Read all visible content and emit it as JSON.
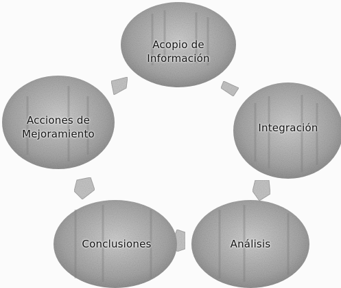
{
  "diagram": {
    "stages": [
      {
        "id": "acopio",
        "label": "Acopio de\nInformación"
      },
      {
        "id": "integracion",
        "label": "Integración"
      },
      {
        "id": "analisis",
        "label": "Análisis"
      },
      {
        "id": "conclusiones",
        "label": "Conclusiones"
      },
      {
        "id": "acciones",
        "label": "Acciones de\nMejoramiento"
      }
    ],
    "colors": {
      "ellipse_fill": "#b9b9b9",
      "ellipse_dark": "#7d7d7d",
      "arrow_fill": "#cccccc",
      "text": "#141414"
    }
  }
}
